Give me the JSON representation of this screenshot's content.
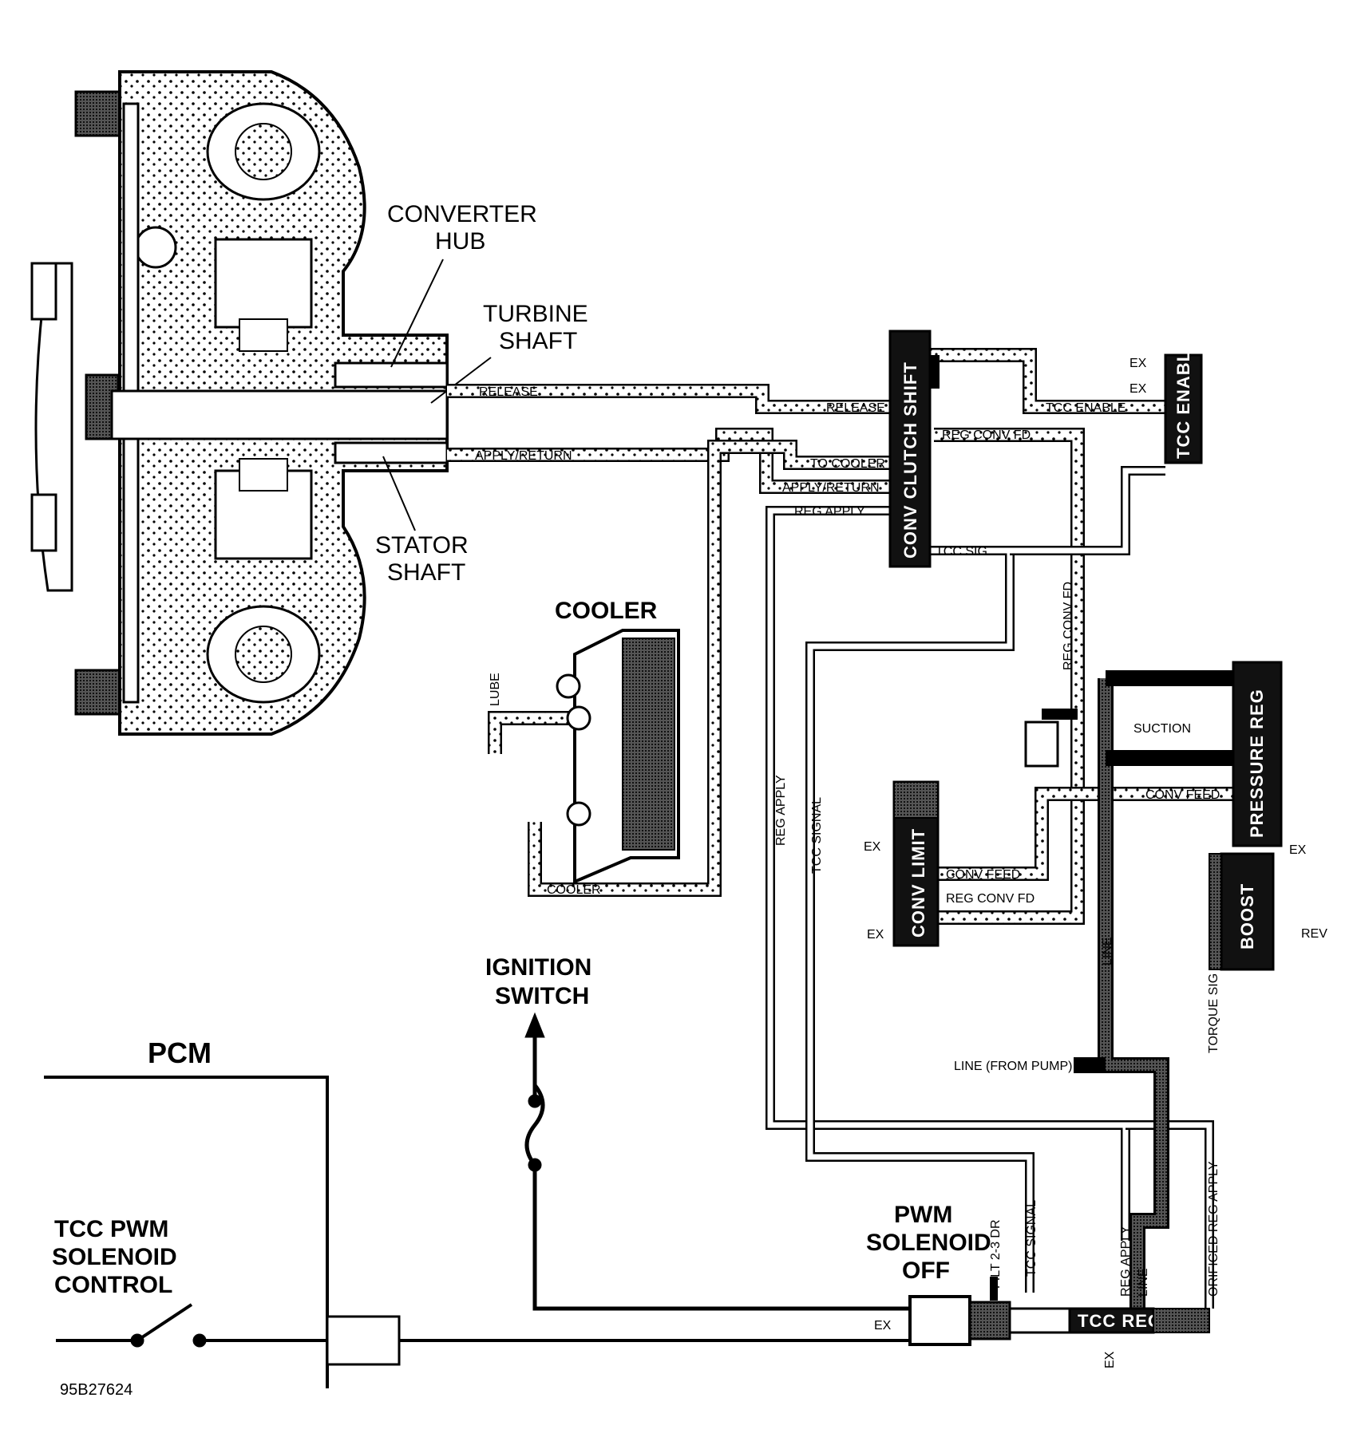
{
  "title_labels": {
    "converter_hub": [
      "CONVERTER",
      "HUB"
    ],
    "turbine_shaft": [
      "TURBINE",
      "SHAFT"
    ],
    "stator_shaft": [
      "STATOR",
      "SHAFT"
    ],
    "cooler": "COOLER",
    "ignition_switch": [
      "IGNITION",
      "SWITCH"
    ],
    "pcm": "PCM",
    "tcc_pwm_solenoid_control": [
      "TCC PWM",
      "SOLENOID",
      "CONTROL"
    ],
    "pwm_solenoid_off": [
      "PWM",
      "SOLENOID",
      "OFF"
    ],
    "figure_id": "95B27624"
  },
  "valves": {
    "conv_clutch_shift": "CONV CLUTCH SHIFT",
    "tcc_enable": "TCC ENABL",
    "pressure_reg": "PRESSURE REG",
    "boost": "BOOST",
    "conv_limit": "CONV LIMIT",
    "tcc_reg": "TCC REG"
  },
  "passages": {
    "release_1": "RELEASE",
    "release_2": "RELEASE",
    "apply_return_1": "APPLY/RETURN",
    "apply_return_2": "APPLY/RETURN",
    "to_cooler": "TO COOLER",
    "reg_apply": "REG APPLY",
    "tcc_sig": "TCC SIG",
    "reg_conv_fd": "REG CONV FD",
    "tcc_enable": "TCC ENABLE",
    "ex_1": "EX",
    "ex_2": "EX",
    "reg_conv_fd_vertical": "REG CONV FD",
    "lube": "LUBE",
    "cooler_line": "COOLER",
    "reg_apply_vertical": "REG APPLY",
    "tcc_signal_vertical": "TCC SIGNAL",
    "line_1": "LINE",
    "suction": "SUCTION",
    "line_2": "LINE",
    "conv_feed": "CONV FEED",
    "ex_3": "EX",
    "conv_feed_2": "CONV FEED",
    "reg_conv_fd_2": "REG CONV FD",
    "ex_4": "EX",
    "ex_5": "EX",
    "rev": "REV",
    "torque_sig": "TORQUE SIG",
    "line_vertical": "LINE",
    "line_from_pump": "LINE (FROM PUMP)",
    "filt_2_3_dr": "FILT 2-3 DR",
    "tcc_signal_2": "TCC SIGNAL",
    "reg_apply_2": "REG APPLY",
    "line_3": "LINE",
    "orificed_reg_apply": "ORIFICED REG APPLY",
    "ex_6": "EX",
    "ex_7": "EX"
  }
}
